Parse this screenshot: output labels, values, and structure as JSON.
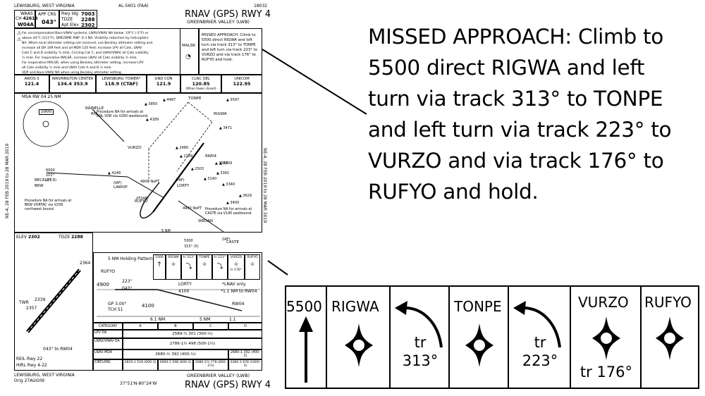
{
  "chart": {
    "header": {
      "location": "LEWISBURG, WEST VIRGINIA",
      "al_number": "AL-5601 (FAA)",
      "procedure_number": "18032",
      "title": "RNAV (GPS) RWY 4",
      "airport": "GREENBRIER VALLEY (LWB)"
    },
    "briefing": {
      "waas_label": "WAAS",
      "ch_label": "CH",
      "ch_value": "42613",
      "waas_id": "W04A",
      "app_crs_label": "APP CRS",
      "app_crs_value": "043°",
      "rwy_ldg_label": "Rwy Idg",
      "rwy_ldg_value": "7003",
      "tdze_label": "TDZE",
      "tdze_value": "2288",
      "apt_elev_label": "Apt Elev",
      "apt_elev_value": "2302",
      "notes": [
        "For uncompensated Baro-VNAV systems, LNAV/VNAV NA below -19°C (-2°F) or",
        "above 44°C (111°F). DME/DME RNP -0.3 NA. Visibility reduction by helicopters",
        "NA. When local altimeter setting not received, use Beckley altimeter setting and",
        "increase all DA 109 feet and all MDA 120 feet; increase LPV all Cats, LNAV",
        "Cats C and D visibility ¼ mile, Circling Cat C, and LNAV/VNAV all Cats visibility",
        "½ mile. For inoperative MALSR, increase LNAV all Cats visibility ¼ mile.",
        "For inoperative MALSR, when using Beckley altimeter setting, increase LPV",
        "all Cats visibility ½ mile and LNAV Cats A and B ½ mile.",
        "VDP and Baro-VNAV NA when using Beckley altimeter setting."
      ],
      "malsr": "MALSR",
      "missed_approach_box": [
        "MISSED APPROACH: Climb to",
        "5500 direct RIGWA and left",
        "turn via track 313° to TONPE",
        "and left turn via track 223° to",
        "VURZO and via track 176° to",
        "RUFYO and hold."
      ]
    },
    "comms": [
      {
        "name": "AWOS-3",
        "value": "121.4"
      },
      {
        "name": "WASHINGTON CENTER",
        "value": "134.4  353.9"
      },
      {
        "name": "LEWISBURG TOWER*",
        "value": "118.9 (CTAF)"
      },
      {
        "name": "GND CON",
        "value": "121.9"
      },
      {
        "name": "CLNC DEL",
        "value": "120.85",
        "note": "(When tower closed)"
      },
      {
        "name": "UNICOM",
        "value": "122.95"
      }
    ],
    "plan": {
      "msa": "MSA RW 04 25 NM",
      "msa_alt": "5900",
      "fixes": [
        "TONPE",
        "RIGWA",
        "RAINELLE",
        "RNL",
        "VURZO",
        "RW04",
        "LORTY",
        "LAWOP",
        "RUFYO",
        "WEDAN",
        "CASTE",
        "BECKLEY",
        "BKW"
      ],
      "iaf_labels": [
        "(IAF)",
        "(FAF)",
        "(IF/IAF)",
        "(IAF)"
      ],
      "elevations": [
        "4487",
        "3597",
        "3850",
        "4189",
        "3471",
        "2480",
        "2389",
        "3568",
        "3309",
        "2503",
        "3391",
        "3140",
        "3340",
        "4248",
        "3629",
        "3400"
      ],
      "notes": [
        "Procedure NA for arrivals at RNL VOR via V260 westbound.",
        "Procedure NA for arrivals at BKW VORTAC via V258 northwest bound.",
        "Procedure NA for arrivals at CASTE via V140 eastbound."
      ],
      "legs": [
        "6000",
        "101°",
        "(21.8)",
        "5 NM",
        "5300",
        "315° (5)",
        "4900 NoPT",
        "4900 NoPT"
      ],
      "side_date_left": "NE-4,  28 FEB 2019  to  28 MAR 2019",
      "side_date_right": "NE-4,  28 FEB 2019  to  28 MAR 2019"
    },
    "airport": {
      "elev_label": "ELEV",
      "elev_value": "2302",
      "tdze_label": "TDZE",
      "tdze_value": "2288",
      "twr": "TWR",
      "twr_elev": "2339",
      "other_elev": "2357",
      "other_elev_2": "2364",
      "rwy_course": "043° to RW04",
      "rwy_num": "22",
      "lights": [
        "REIL Rwy 22",
        "HIRL Rwy 4-22"
      ]
    },
    "profile": {
      "hold": "5 NM Holding Pattern",
      "rufyo": "RUFYO",
      "alt_4900": "4900",
      "crs_223": "223°",
      "crs_043": "043°",
      "gp": "GP 3.00°",
      "tch": "TCH 51",
      "alt_4100": "4100",
      "lorty": "LORTY",
      "alt_4100b": "4100",
      "lnav_only": "*LNAV only.",
      "vdp": "*1.1 NM to RW04",
      "rw04": "RW04",
      "dist1": "6.1 NM",
      "dist2": "5 NM",
      "dist3": "1.1",
      "mini_cells": [
        "5500",
        "RIGWA",
        "TONPE",
        "VURZO",
        "RUFYO"
      ],
      "mini_tr": [
        "313°",
        "223°",
        "tr 176°"
      ]
    },
    "minimums": {
      "headers": [
        "CATEGORY",
        "A",
        "B",
        "C",
        "D"
      ],
      "rows": [
        {
          "label": "LPV  DA",
          "values": [
            "2589-¾  301 (300-¾)"
          ]
        },
        {
          "label": "LNAV/VNAV  DA",
          "values": [
            "2786-1½  498 (500-1½)"
          ]
        },
        {
          "label": "LNAV MDA",
          "values": [
            "2680-¾  392 (400-¾)",
            "2680-1  392 (400-1)"
          ]
        },
        {
          "label": "CIRCLING",
          "values": [
            "2820-1  518 (600-1)",
            "2900-1  598 (600-1)",
            "3080-2¼  778 (800-2¼)",
            "3280-3  978 (1000-3)"
          ]
        }
      ]
    },
    "footer": {
      "location": "LEWISBURG, WEST VIRGINIA",
      "orig": "Orig  27AUG09",
      "coords": "37°51'N-80°24'W",
      "airport": "GREENBRIER VALLEY (LWB)",
      "title": "RNAV (GPS) RWY 4"
    }
  },
  "missed_approach_text": [
    "MISSED APPROACH: Climb to",
    "5500 direct RIGWA and left",
    "turn via track 313° to TONPE",
    "and left turn via track 223° to",
    "VURZO and via track 176° to",
    "RUFYO and hold."
  ],
  "missed_approach_icons": {
    "alt": "5500",
    "fix1": "RIGWA",
    "tr1_word": "tr",
    "tr1_deg": "313°",
    "fix2": "TONPE",
    "tr2_word": "tr",
    "tr2_deg": "223°",
    "fix3": "VURZO",
    "fix3_track": "tr 176°",
    "fix4": "RUFYO",
    "icon_names": [
      "climb-arrow-icon",
      "waypoint-star-icon",
      "turn-arrow-icon",
      "hold-icon"
    ]
  }
}
